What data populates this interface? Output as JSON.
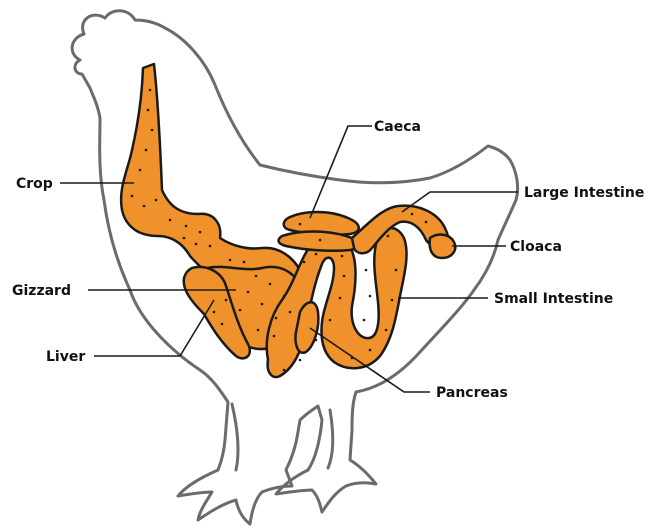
{
  "labels": {
    "caeca": "Caeca",
    "crop": "Crop",
    "large_intestine": "Large Intestine",
    "cloaca": "Cloaca",
    "gizzard": "Gizzard",
    "small_intestine": "Small Intestine",
    "liver": "Liver",
    "pancreas": "Pancreas"
  },
  "colors": {
    "organ_fill": "#f0922b",
    "organ_stroke": "#1a1a1a",
    "body_outline": "#6b6b6b",
    "label_text": "#111111"
  }
}
